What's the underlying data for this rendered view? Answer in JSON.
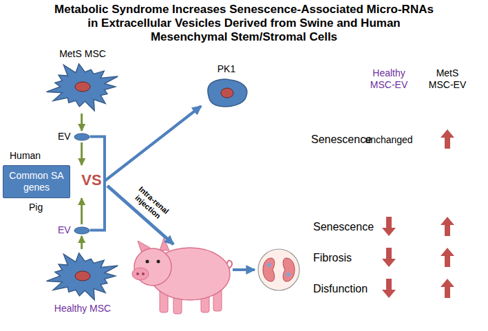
{
  "diagram": {
    "title": "Metabolic Syndrome Increases Senescence-Associated Micro-RNAs in Extracellular Vesicles Derived from Swine and Human Mesenchymal Stem/Stromal Cells",
    "nodes": [
      {
        "text": [
          "MetS MSC"
        ]
      },
      {
        "text": [
          "EV"
        ]
      },
      {
        "text": [
          "Common SA genes"
        ]
      },
      {
        "text": [
          "PK1"
        ]
      },
      {
        "text": [
          "EV"
        ]
      },
      {
        "text": [
          "Healthy MSC"
        ]
      }
    ],
    "edges": [
      {
        "from": 0,
        "to": 1,
        "arrow": "to"
      },
      {
        "from": 5,
        "to": 4,
        "arrow": "to"
      },
      {
        "from": 1,
        "to": 2,
        "arrow": "to"
      },
      {
        "from": 4,
        "to": 2,
        "arrow": "to"
      },
      {
        "from": 1,
        "to": 3,
        "arrow": "to"
      },
      {
        "from": 4,
        "to": 3,
        "arrow": "to"
      }
    ],
    "labels": [
      "VS",
      "Human",
      "Pig",
      "Intra-renal injection",
      "Healthy MSC-EV",
      "MetS MSC-EV",
      "Senescence",
      "unchanged",
      "Senescence",
      "Fibrosis",
      "Disfunction"
    ]
  }
}
